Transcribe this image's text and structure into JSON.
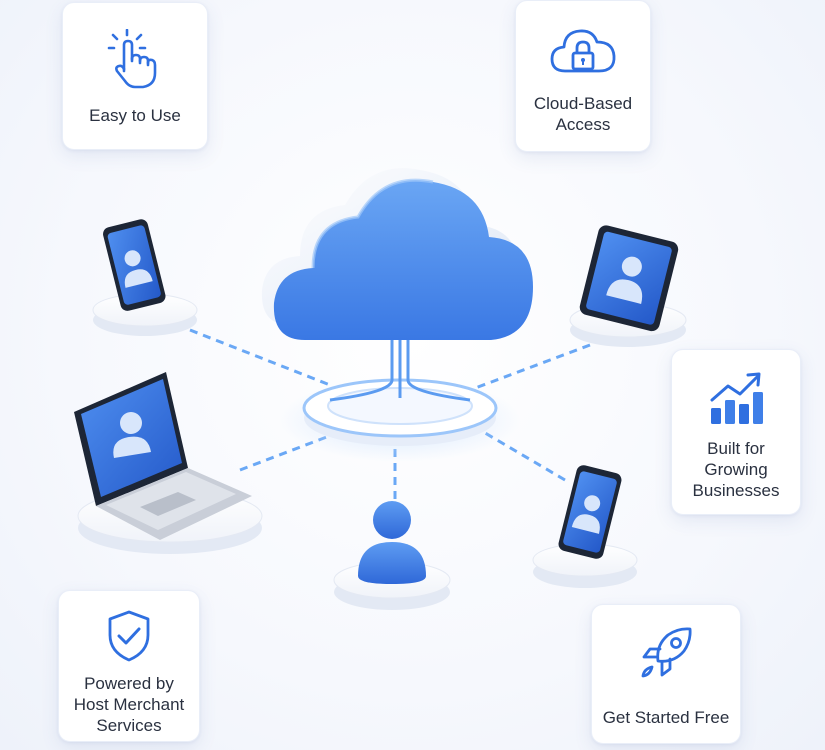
{
  "features": {
    "easy_to_use": "Easy to Use",
    "cloud_based_access": "Cloud-Based\nAccess",
    "built_for_growing": "Built for\nGrowing\nBusinesses",
    "powered_by": "Powered by\nHost Merchant\nServices",
    "get_started": "Get Started Free"
  },
  "icons": {
    "easy_to_use": "tap-finger-icon",
    "cloud_based_access": "cloud-lock-icon",
    "built_for_growing": "growth-chart-icon",
    "powered_by": "shield-check-icon",
    "get_started": "rocket-icon"
  },
  "devices": [
    "phone",
    "tablet",
    "laptop",
    "user",
    "phone"
  ],
  "colors": {
    "accent": "#2f6fe0",
    "accent_light": "#5b9bf0",
    "line": "#6aa8f5",
    "text": "#2a3140"
  }
}
